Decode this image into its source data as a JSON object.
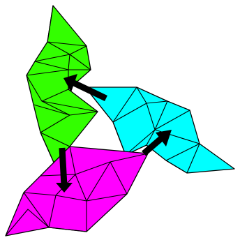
{
  "diagram": {
    "background": "#ffffff",
    "stroke_color": "#000000",
    "arrow_color": "#000000",
    "shapes": [
      {
        "key": "green",
        "color": "#33ff00"
      },
      {
        "key": "cyan",
        "color": "#00ffff"
      },
      {
        "key": "magenta",
        "color": "#ff00ff"
      }
    ],
    "arrows": [
      {
        "from": "cyan",
        "to": "green"
      },
      {
        "from": "green",
        "to": "magenta"
      },
      {
        "from": "magenta",
        "to": "cyan"
      }
    ]
  }
}
